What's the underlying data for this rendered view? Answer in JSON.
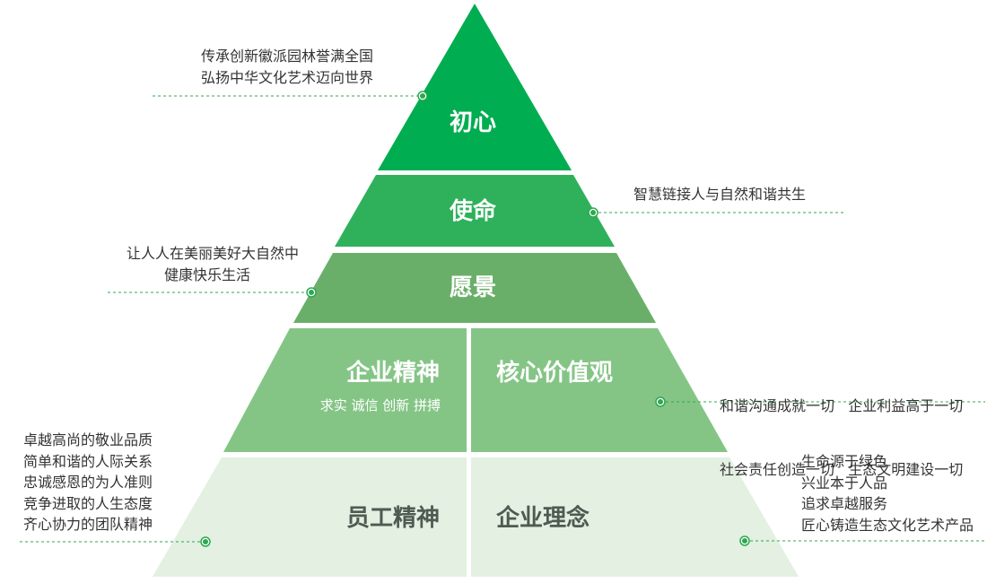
{
  "colors": {
    "tier1": "#00ad50",
    "tier2": "#2fb15c",
    "tier3": "#6aaf69",
    "tier4": "#84c586",
    "tier5": "#e3f0e2",
    "connector": "#2da84f"
  },
  "tiers": {
    "chuxin": "初心",
    "shiming": "使命",
    "yuanjing": "愿景",
    "qiye_jingshen": "企业精神",
    "qiye_jingshen_sub": "求实  诚信  创新  拼搏",
    "hexin_jiazhi": "核心价值观",
    "yuangong_jingshen": "员工精神",
    "qiye_linian": "企业理念"
  },
  "annotations": {
    "chuxin": [
      "传承创新徽派园林誉满全国",
      "弘扬中华文化艺术迈向世界"
    ],
    "shiming": [
      "智慧链接人与自然和谐共生"
    ],
    "yuanjing": [
      "让人人在美丽美好大自然中",
      "健康快乐生活"
    ],
    "hexin_jiazhi": [
      "和谐沟通成就一切   企业利益高于一切",
      "社会责任创造一切   生态文明建设一切"
    ],
    "yuangong_jingshen": [
      "卓越高尚的敬业品质",
      "简单和谐的人际关系",
      "忠诚感恩的为人准则",
      "竞争进取的人生态度",
      "齐心协力的团队精神"
    ],
    "qiye_linian": [
      "生命源于绿色",
      "兴业本于人品",
      "追求卓越服务",
      "匠心铸造生态文化艺术产品"
    ]
  }
}
